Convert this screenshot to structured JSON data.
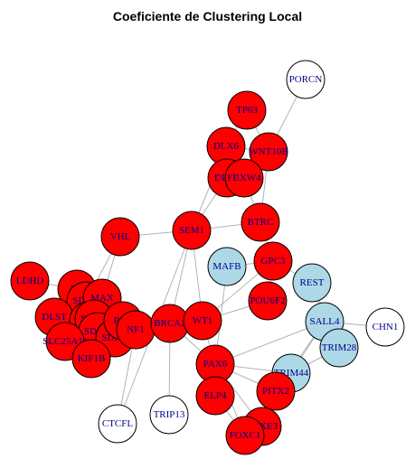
{
  "title": "Coeficiente de Clustering Local",
  "colors": {
    "high": "#ff0000",
    "mid": "#add8e6",
    "low": "#ffffff",
    "edge": "#b3b3b3",
    "label": "#00008b"
  },
  "nodes": [
    {
      "id": "PORCN",
      "c": "low"
    },
    {
      "id": "TP63",
      "c": "high"
    },
    {
      "id": "DLX6",
      "c": "high"
    },
    {
      "id": "WNT10B",
      "c": "high"
    },
    {
      "id": "DLX5",
      "c": "high"
    },
    {
      "id": "FBXW4",
      "c": "high"
    },
    {
      "id": "VHL",
      "c": "high"
    },
    {
      "id": "SEM1",
      "c": "high"
    },
    {
      "id": "BTRC",
      "c": "high"
    },
    {
      "id": "MAFB",
      "c": "mid"
    },
    {
      "id": "GPC3",
      "c": "high"
    },
    {
      "id": "REST",
      "c": "mid"
    },
    {
      "id": "LDHD",
      "c": "high"
    },
    {
      "id": "FH",
      "c": "high"
    },
    {
      "id": "SDHB",
      "c": "high"
    },
    {
      "id": "MAX",
      "c": "high"
    },
    {
      "id": "POU6F2",
      "c": "high"
    },
    {
      "id": "DLST",
      "c": "high"
    },
    {
      "id": "MDH2",
      "c": "high"
    },
    {
      "id": "SDHA",
      "c": "high"
    },
    {
      "id": "SDHD",
      "c": "high"
    },
    {
      "id": "SDHC",
      "c": "high"
    },
    {
      "id": "RET",
      "c": "high"
    },
    {
      "id": "NF1",
      "c": "high"
    },
    {
      "id": "BRCA2",
      "c": "high"
    },
    {
      "id": "WT1",
      "c": "high"
    },
    {
      "id": "SALL4",
      "c": "mid"
    },
    {
      "id": "CHN1",
      "c": "low"
    },
    {
      "id": "SLC25A11",
      "c": "high"
    },
    {
      "id": "TRIM28",
      "c": "mid"
    },
    {
      "id": "KIF1B",
      "c": "high"
    },
    {
      "id": "PAX6",
      "c": "high"
    },
    {
      "id": "TRIM44",
      "c": "mid"
    },
    {
      "id": "PITX2",
      "c": "high"
    },
    {
      "id": "ELP4",
      "c": "high"
    },
    {
      "id": "FOXE3",
      "c": "high"
    },
    {
      "id": "FOXC1",
      "c": "high"
    },
    {
      "id": "TRIP13",
      "c": "low"
    },
    {
      "id": "CTCFL",
      "c": "low"
    }
  ],
  "edges": [
    [
      "PORCN",
      "WNT10B"
    ],
    [
      "TP63",
      "WNT10B"
    ],
    [
      "TP63",
      "DLX6"
    ],
    [
      "DLX6",
      "DLX5"
    ],
    [
      "DLX6",
      "WNT10B"
    ],
    [
      "WNT10B",
      "FBXW4"
    ],
    [
      "WNT10B",
      "BTRC"
    ],
    [
      "DLX5",
      "FBXW4"
    ],
    [
      "DLX5",
      "SEM1"
    ],
    [
      "FBXW4",
      "BTRC"
    ],
    [
      "DLX6",
      "SEM1"
    ],
    [
      "SEM1",
      "VHL"
    ],
    [
      "SEM1",
      "BTRC"
    ],
    [
      "SEM1",
      "BRCA2"
    ],
    [
      "SEM1",
      "WT1"
    ],
    [
      "SEM1",
      "CTCFL"
    ],
    [
      "VHL",
      "SDHB"
    ],
    [
      "VHL",
      "MAX"
    ],
    [
      "BTRC",
      "GPC3"
    ],
    [
      "GPC3",
      "MAFB"
    ],
    [
      "GPC3",
      "REST"
    ],
    [
      "GPC3",
      "POU6F2"
    ],
    [
      "GPC3",
      "WT1"
    ],
    [
      "MAFB",
      "PAX6"
    ],
    [
      "REST",
      "SALL4"
    ],
    [
      "REST",
      "TRIM28"
    ],
    [
      "SALL4",
      "CHN1"
    ],
    [
      "SALL4",
      "TRIM28"
    ],
    [
      "SALL4",
      "TRIM44"
    ],
    [
      "SALL4",
      "PAX6"
    ],
    [
      "SALL4",
      "PITX2"
    ],
    [
      "TRIM28",
      "TRIM44"
    ],
    [
      "WT1",
      "BRCA2"
    ],
    [
      "WT1",
      "PAX6"
    ],
    [
      "WT1",
      "POU6F2"
    ],
    [
      "BRCA2",
      "NF1"
    ],
    [
      "BRCA2",
      "TRIP13"
    ],
    [
      "BRCA2",
      "PAX6"
    ],
    [
      "LDHD",
      "FH"
    ],
    [
      "FH",
      "SDHB"
    ],
    [
      "FH",
      "MDH2"
    ],
    [
      "FH",
      "DLST"
    ],
    [
      "SDHB",
      "MAX"
    ],
    [
      "MAX",
      "RET"
    ],
    [
      "RET",
      "NF1"
    ],
    [
      "SDHD",
      "SDHC"
    ],
    [
      "SDHA",
      "SDHD"
    ],
    [
      "SLC25A11",
      "MDH2"
    ],
    [
      "KIF1B",
      "SDHC"
    ],
    [
      "KIF1B",
      "NF1"
    ],
    [
      "PAX6",
      "ELP4"
    ],
    [
      "PAX6",
      "PITX2"
    ],
    [
      "PAX6",
      "TRIM44"
    ],
    [
      "PAX6",
      "FOXE3"
    ],
    [
      "PAX6",
      "FOXC1"
    ],
    [
      "ELP4",
      "FOXC1"
    ],
    [
      "FOXE3",
      "FOXC1"
    ],
    [
      "PITX2",
      "TRIM44"
    ],
    [
      "CTCFL",
      "NF1"
    ]
  ]
}
